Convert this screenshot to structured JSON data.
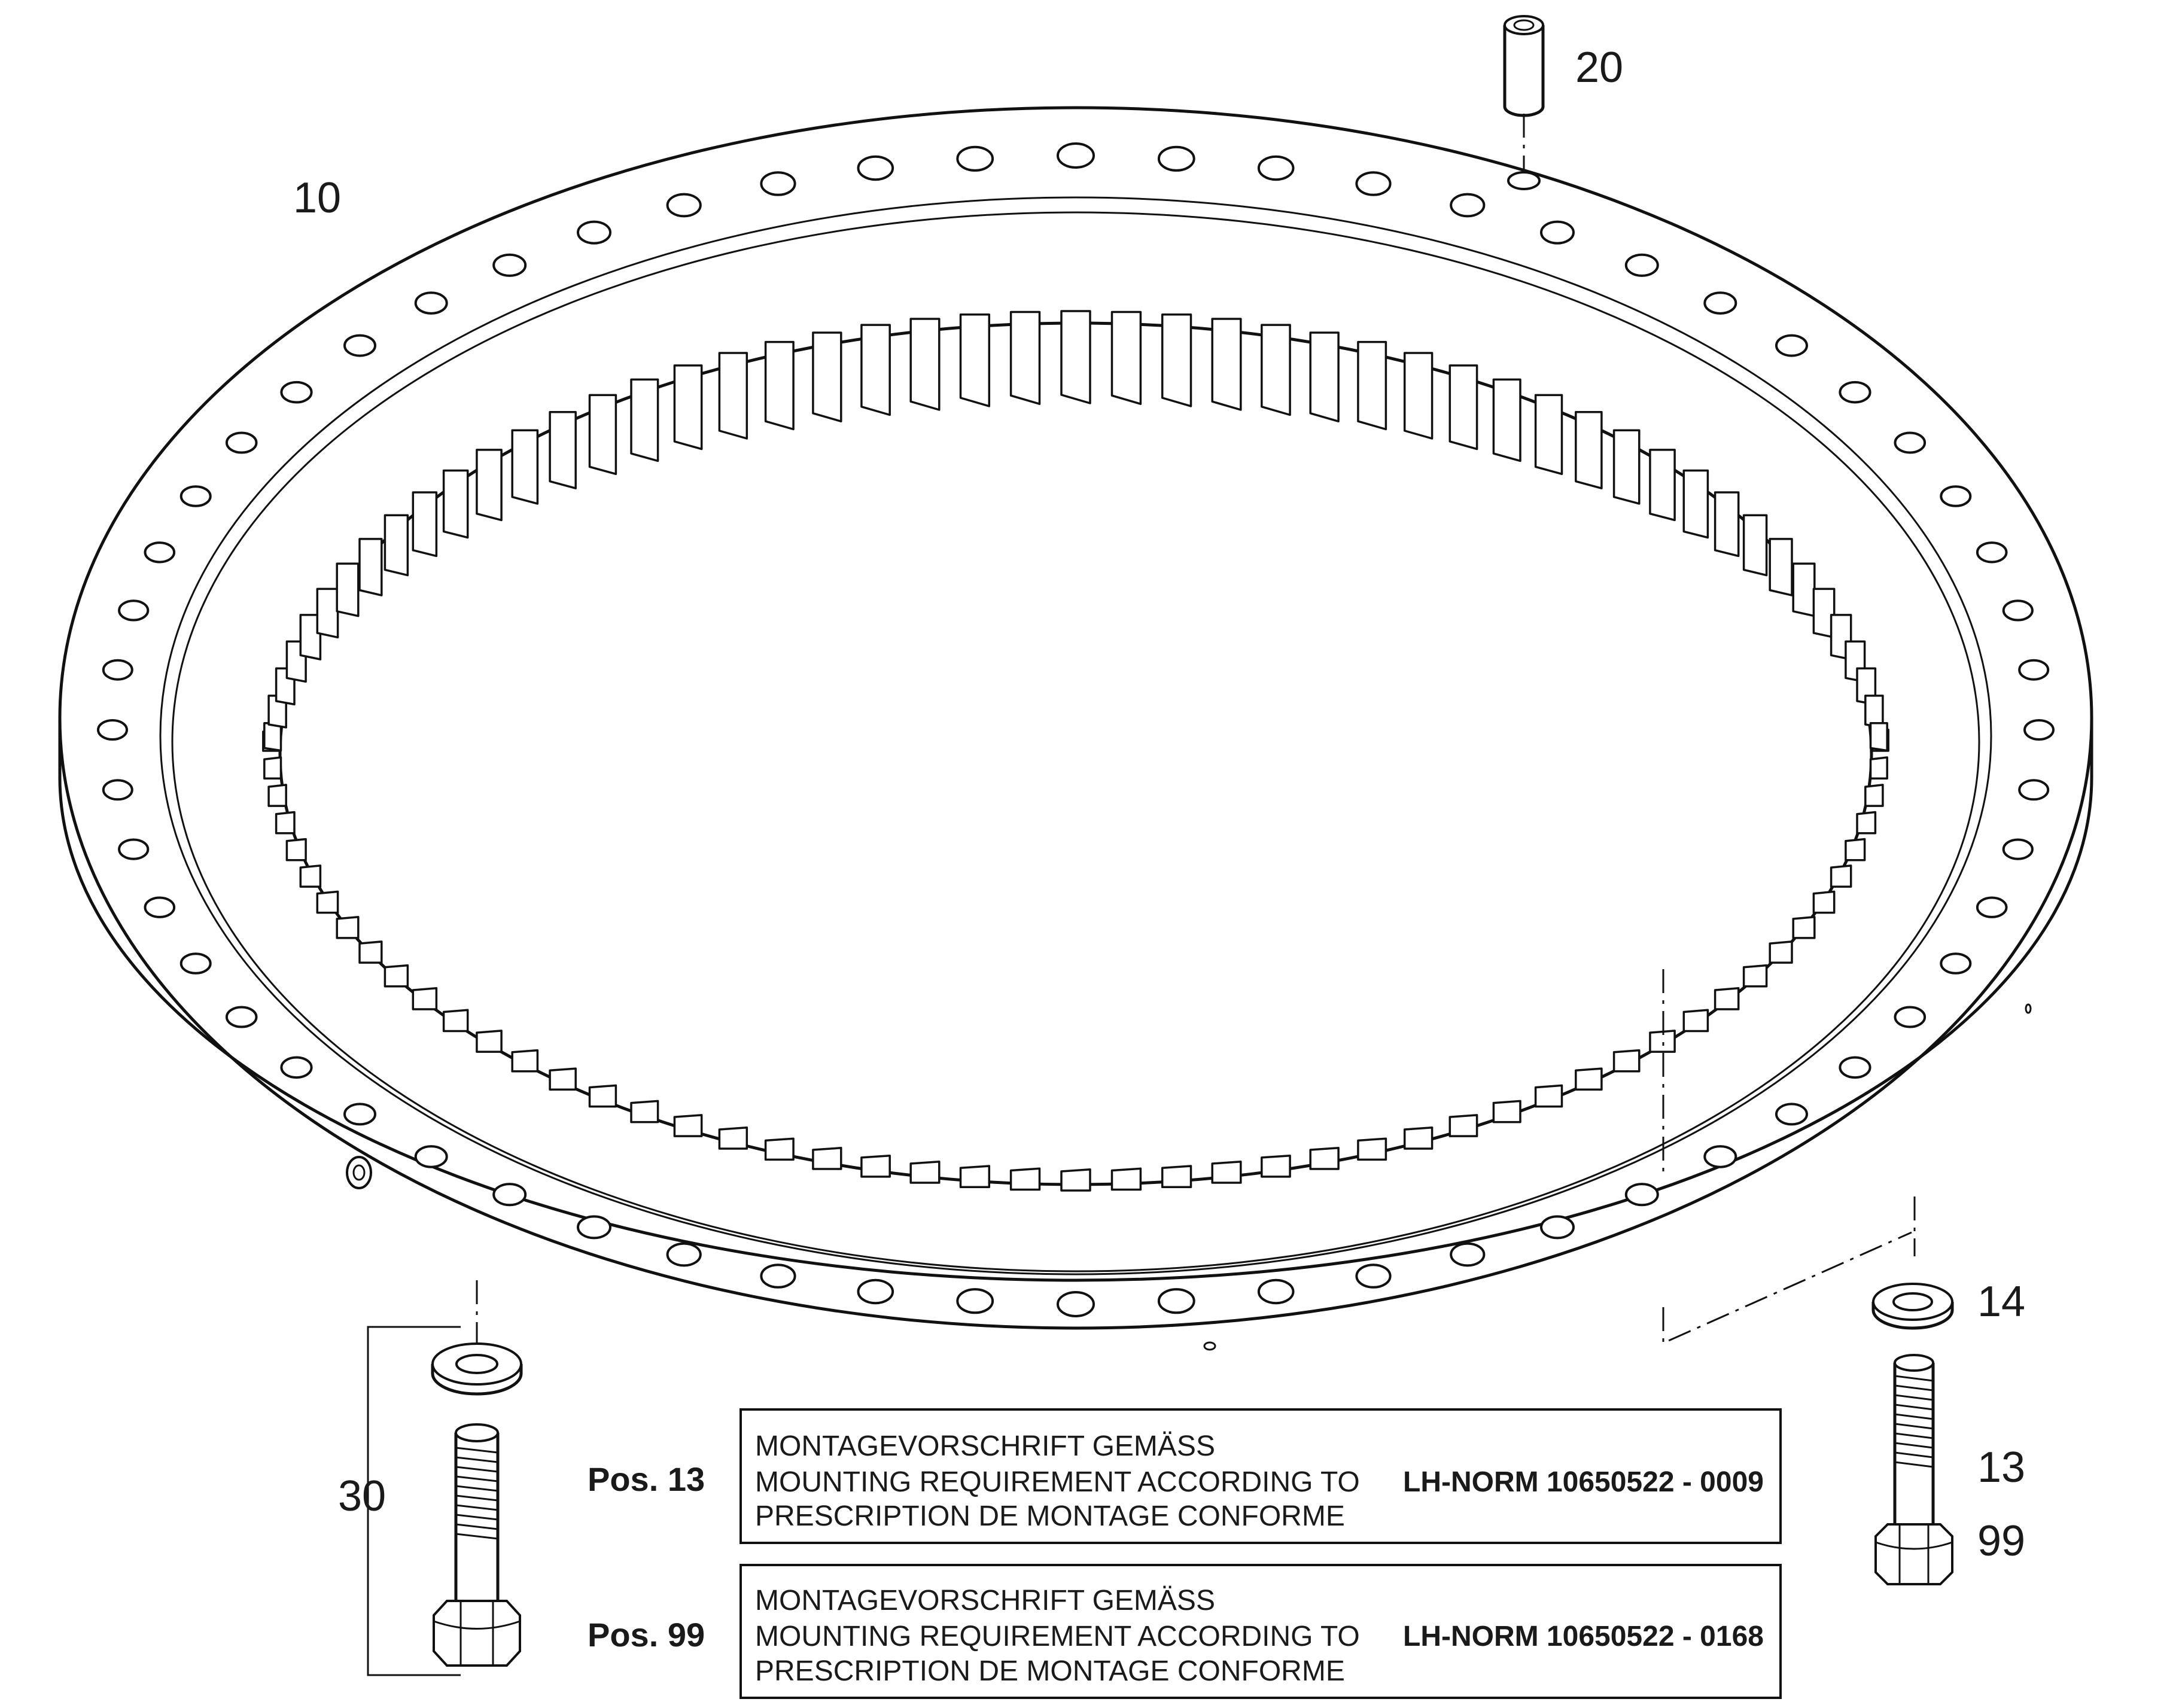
{
  "callouts": {
    "ring": "10",
    "plug": "20",
    "washer_right": "14",
    "bolt_right_a": "13",
    "bolt_right_b": "99",
    "bolt_set_left": "30"
  },
  "notes": [
    {
      "pos_label": "Pos. 13",
      "lines": [
        "MONTAGEVORSCHRIFT GEMÄSS",
        "MOUNTING REQUIREMENT ACCORDING TO",
        "PRESCRIPTION DE MONTAGE CONFORME"
      ],
      "norm": "LH-NORM 10650522 - 0009"
    },
    {
      "pos_label": "Pos. 99",
      "lines": [
        "MONTAGEVORSCHRIFT GEMÄSS",
        "MOUNTING REQUIREMENT ACCORDING TO",
        "PRESCRIPTION DE MONTAGE CONFORME"
      ],
      "norm": "LH-NORM 10650522 - 0168"
    }
  ]
}
